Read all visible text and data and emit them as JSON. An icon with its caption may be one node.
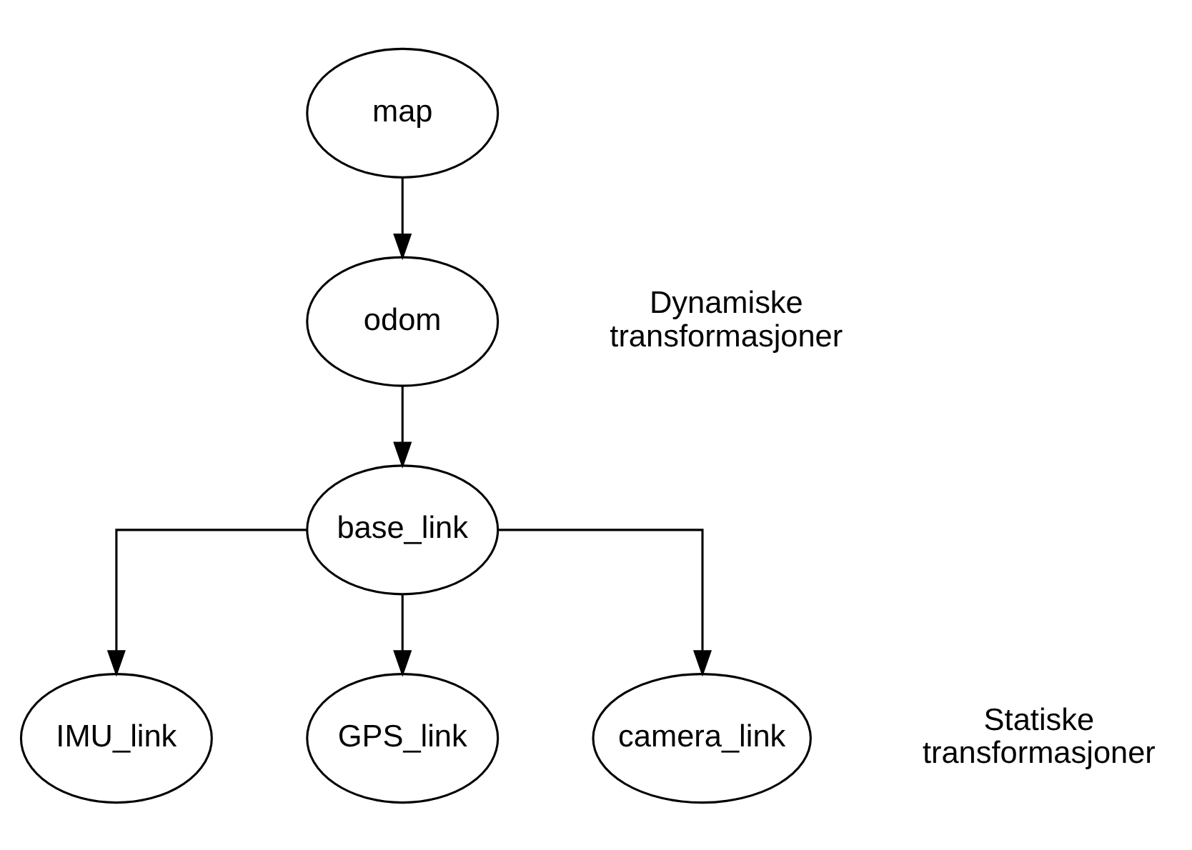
{
  "diagram": {
    "nodes": [
      {
        "text": [
          "map"
        ]
      },
      {
        "text": [
          "odom"
        ]
      },
      {
        "text": [
          "base_link"
        ]
      },
      {
        "text": [
          "IMU_link"
        ]
      },
      {
        "text": [
          "GPS_link"
        ]
      },
      {
        "text": [
          "camera_link"
        ]
      }
    ],
    "edges": [
      {
        "from": 0,
        "to": 1,
        "arrow": "to"
      },
      {
        "from": 1,
        "to": 2,
        "arrow": "to"
      },
      {
        "from": 2,
        "to": 3,
        "arrow": "to"
      },
      {
        "from": 2,
        "to": 4,
        "arrow": "to"
      },
      {
        "from": 2,
        "to": 5,
        "arrow": "to"
      }
    ],
    "labels": [
      "Dynamiske transformasjoner",
      "Statiske transformasjoner"
    ]
  }
}
